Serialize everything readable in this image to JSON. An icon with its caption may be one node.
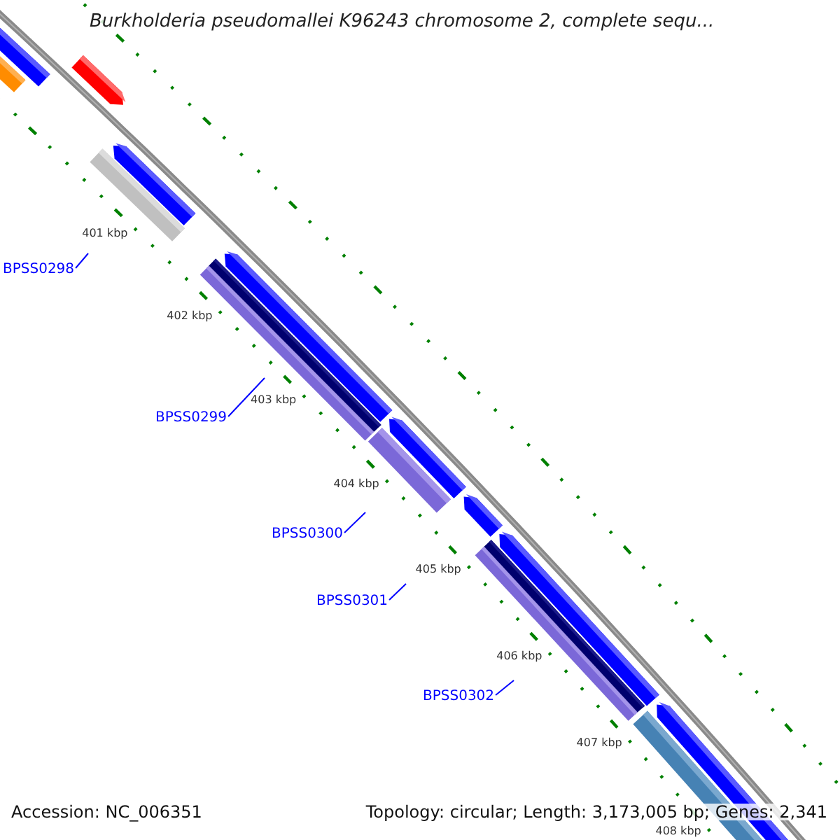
{
  "diagram": {
    "title": "Burkholderia pseudomallei K96243 chromosome 2, complete sequ...",
    "nodes": [
      {
        "text": [
          "BPSS0298"
        ]
      },
      {
        "text": [
          "BPSS0299"
        ]
      },
      {
        "text": [
          "BPSS0300"
        ]
      },
      {
        "text": [
          "BPSS0301"
        ]
      },
      {
        "text": [
          "BPSS0302"
        ]
      }
    ],
    "edges": [
      {
        "from": 0,
        "to": null,
        "arrow": "none"
      },
      {
        "from": 1,
        "to": null,
        "arrow": "none"
      },
      {
        "from": 2,
        "to": null,
        "arrow": "none"
      },
      {
        "from": 3,
        "to": null,
        "arrow": "none"
      },
      {
        "from": 4,
        "to": null,
        "arrow": "none"
      }
    ],
    "labels": [
      "401 kbp",
      "402 kbp",
      "403 kbp",
      "404 kbp",
      "405 kbp",
      "406 kbp",
      "407 kbp",
      "408 kbp",
      "Accession: NC_006351",
      "Topology: circular; Length: 3,173,005 bp; Genes: 2,341"
    ]
  }
}
